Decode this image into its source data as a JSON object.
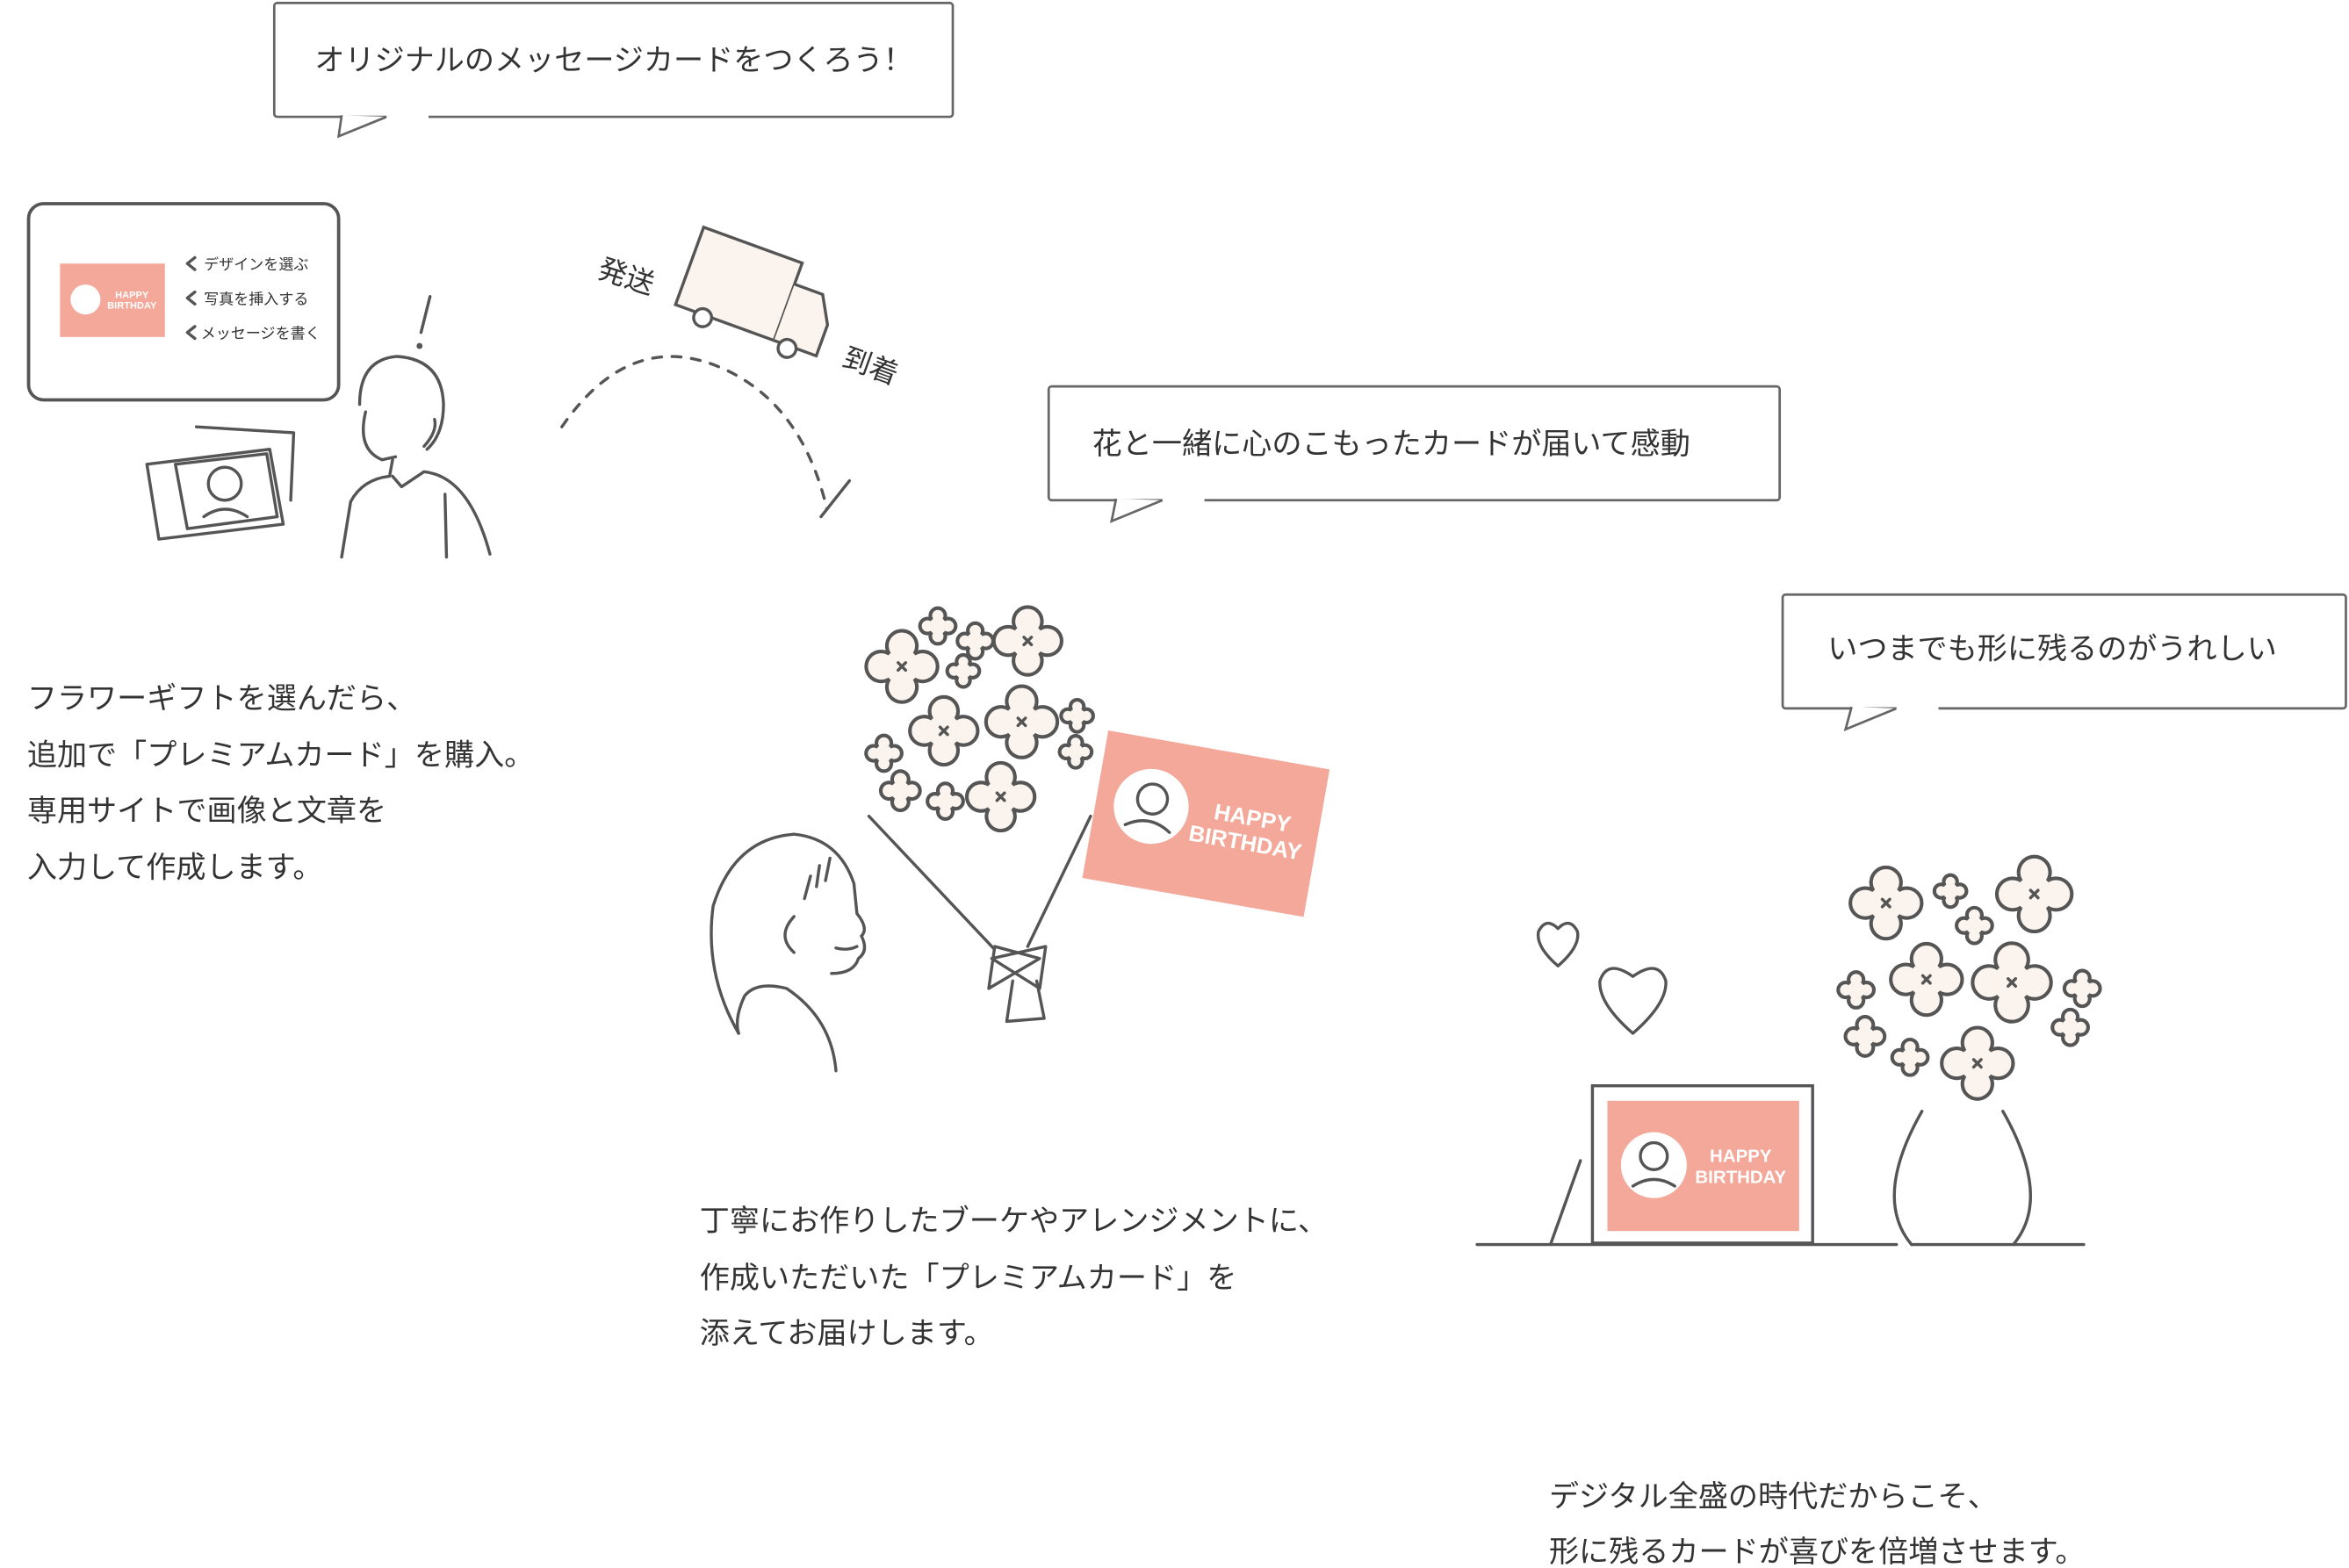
{
  "bubbles": {
    "create": "オリジナルのメッセージカードをつくろう！",
    "moved": "花と一緒に心のこもったカードが届いて感動",
    "lasting": "いつまでも形に残るのがうれしい"
  },
  "screen_menu": [
    "デザインを選ぶ",
    "写真を挿入する",
    "メッセージを書く"
  ],
  "card_text": {
    "line1": "HAPPY",
    "line2": "BIRTHDAY"
  },
  "shipping": {
    "ship": "発送",
    "arrive": "到着"
  },
  "steps": [
    {
      "lines": [
        "フラワーギフトを選んだら、",
        "追加で「プレミアムカード」を購入。",
        "専用サイトで画像と文章を",
        "入力して作成します。"
      ]
    },
    {
      "lines": [
        "丁寧にお作りしたブーケやアレンジメントに、",
        "作成いただいた「プレミアムカード」を",
        "添えてお届けします。"
      ]
    },
    {
      "lines": [
        "デジタル全盛の時代だからこそ、",
        "形に残るカードが喜びを倍増させます。"
      ]
    }
  ],
  "colors": {
    "card": "#f4a89a",
    "line": "#555555",
    "petal": "#fbf3ee"
  }
}
